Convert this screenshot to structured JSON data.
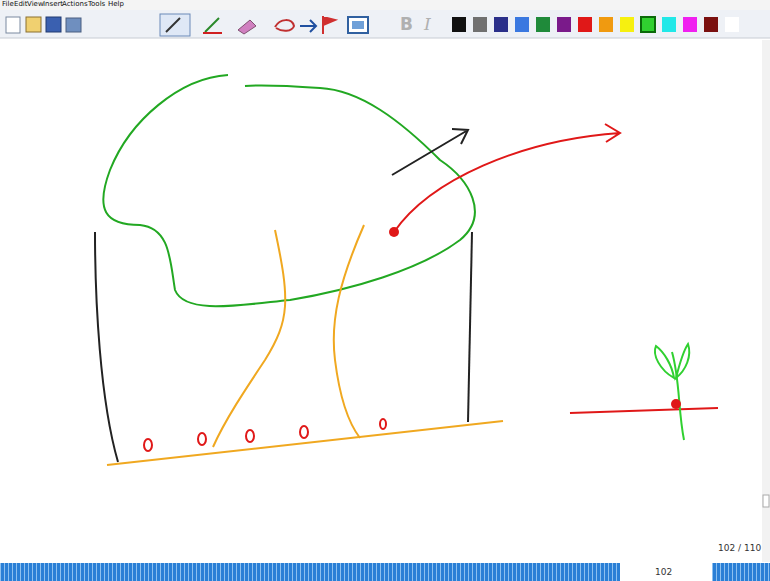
{
  "diagram": {
    "labels": [
      "File",
      "Edit",
      "View",
      "Insert",
      "Actions",
      "Tools",
      "Help",
      "B",
      "I",
      "102 / 110",
      "102"
    ]
  }
}
